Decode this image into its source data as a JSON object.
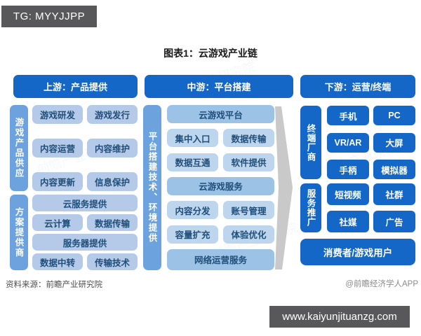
{
  "badge": {
    "text": "TG: MYYJJPP"
  },
  "title": "图表1：云游戏产业链",
  "upstream": {
    "header": "上游：产品提供",
    "group1": {
      "label": "游戏产品供应",
      "rows": [
        [
          "游戏研发",
          "游戏发行"
        ],
        [
          "内容运营",
          "内容维护"
        ],
        [
          "内容更新",
          "信息保护"
        ]
      ]
    },
    "group2": {
      "label": "方案提供商",
      "rows": [
        [
          "云服务提供"
        ],
        [
          "云计算",
          "数据传输"
        ],
        [
          "服务器提供"
        ],
        [
          "数据中转",
          "传输技术"
        ]
      ]
    }
  },
  "midstream": {
    "header": "中游：平台搭建",
    "label": "平台搭建技术、环境提供",
    "rows": [
      [
        "云游戏平台"
      ],
      [
        "集中入口",
        "数据传输"
      ],
      [
        "数据互通",
        "软件提供"
      ],
      [
        "云游戏服务"
      ],
      [
        "内容分发",
        "账号管理"
      ],
      [
        "容量扩充",
        "体验优化"
      ],
      [
        "网络运营服务"
      ]
    ]
  },
  "downstream": {
    "header": "下游：运营/终端",
    "group1": {
      "label": "终端厂商",
      "rows": [
        [
          "手机",
          "PC"
        ],
        [
          "VR/AR",
          "大屏"
        ],
        [
          "手柄",
          "模拟器"
        ]
      ]
    },
    "group2": {
      "label": "服务推广",
      "rows": [
        [
          "短视频",
          "社群"
        ],
        [
          "社媒",
          "广告"
        ]
      ]
    },
    "consumer": "消费者/游戏用户"
  },
  "footer": {
    "source": "资料来源：前瞻产业研究院",
    "credit": "@前瞻经济学人APP",
    "site": "www.kaiyunjituanzg.com"
  },
  "watermark_text": "前瞻产业研究院",
  "colors": {
    "header_blue": "#1466c7",
    "dark_box_blue": "#1466c7",
    "strip_blue": "#6ca2dd",
    "light_box": "#b5c9e8",
    "mid_small_box": "#bed5ee",
    "mid_wide_box": "#9cc3e6",
    "box_text_navy": "#1f4e79",
    "arrow_gray": "#c9c9c9",
    "bar_gray": "#58585b"
  }
}
